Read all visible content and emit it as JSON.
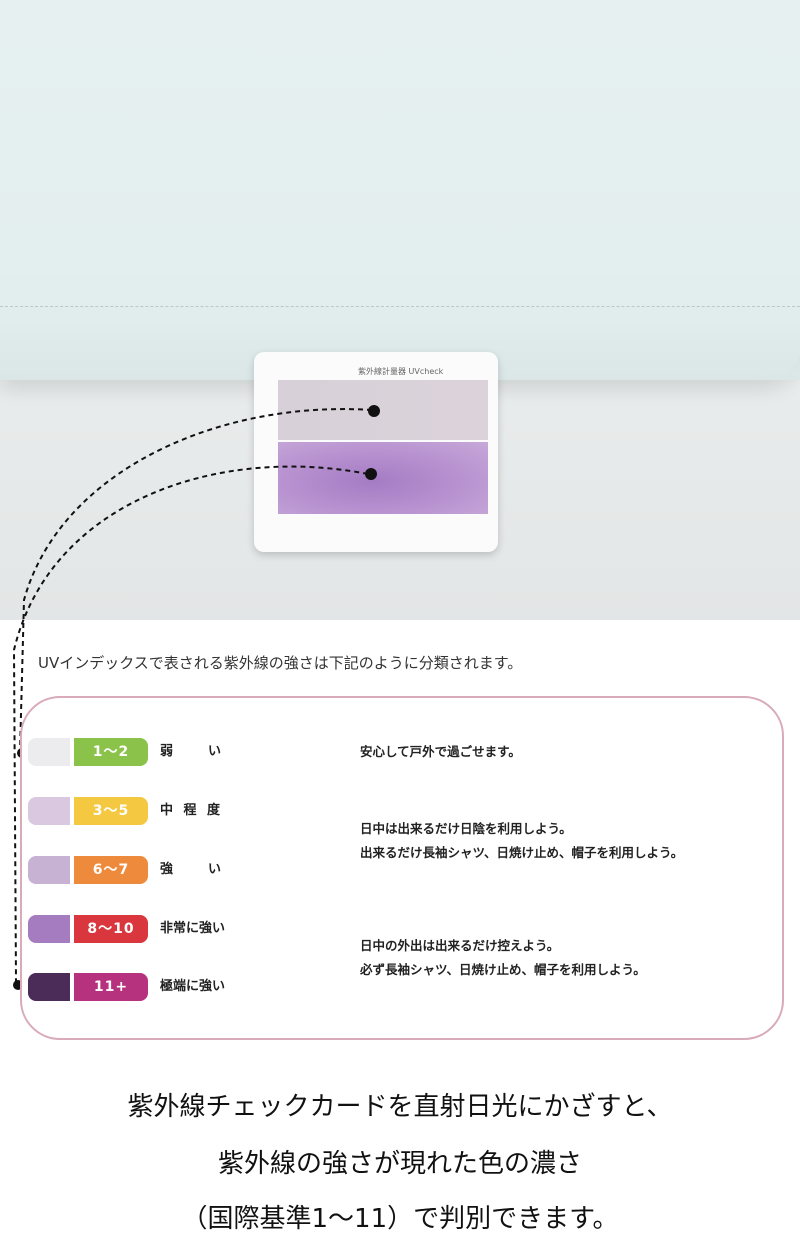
{
  "card": {
    "title": "紫外線計量器 UVcheck"
  },
  "intro": "UVインデックスで表される紫外線の強さは下記のように分類されます。",
  "levels": [
    {
      "range": "1～2",
      "label": "弱　　い",
      "chip_color": "#8bc34a",
      "swatch_color": "#ececee"
    },
    {
      "range": "3～5",
      "label": "中 程 度",
      "chip_color": "#f5c842",
      "swatch_color": "#d9c8df"
    },
    {
      "range": "6～7",
      "label": "強　　い",
      "chip_color": "#ee8a3c",
      "swatch_color": "#c8b2d4"
    },
    {
      "range": "8～10",
      "label": "非常に強い",
      "chip_color": "#d9363e",
      "swatch_color": "#a57cbf"
    },
    {
      "range": "11+",
      "label": "極端に強い",
      "chip_color": "#b7327e",
      "swatch_color": "#4b2c58"
    }
  ],
  "advice": {
    "weak": "安心して戸外で過ごせます。",
    "moderate_line1": "日中は出来るだけ日陰を利用しよう。",
    "moderate_line2": "出来るだけ長袖シャツ、日焼け止め、帽子を利用しよう。",
    "strong_line1": "日中の外出は出来るだけ控えよう。",
    "strong_line2": "必ず長袖シャツ、日焼け止め、帽子を利用しよう。"
  },
  "caption": {
    "line1": "紫外線チェックカードを直射日光にかざすと、",
    "line2": "紫外線の強さが現れた色の濃さ",
    "line3": "（国際基準1～11）で判別できます。"
  }
}
